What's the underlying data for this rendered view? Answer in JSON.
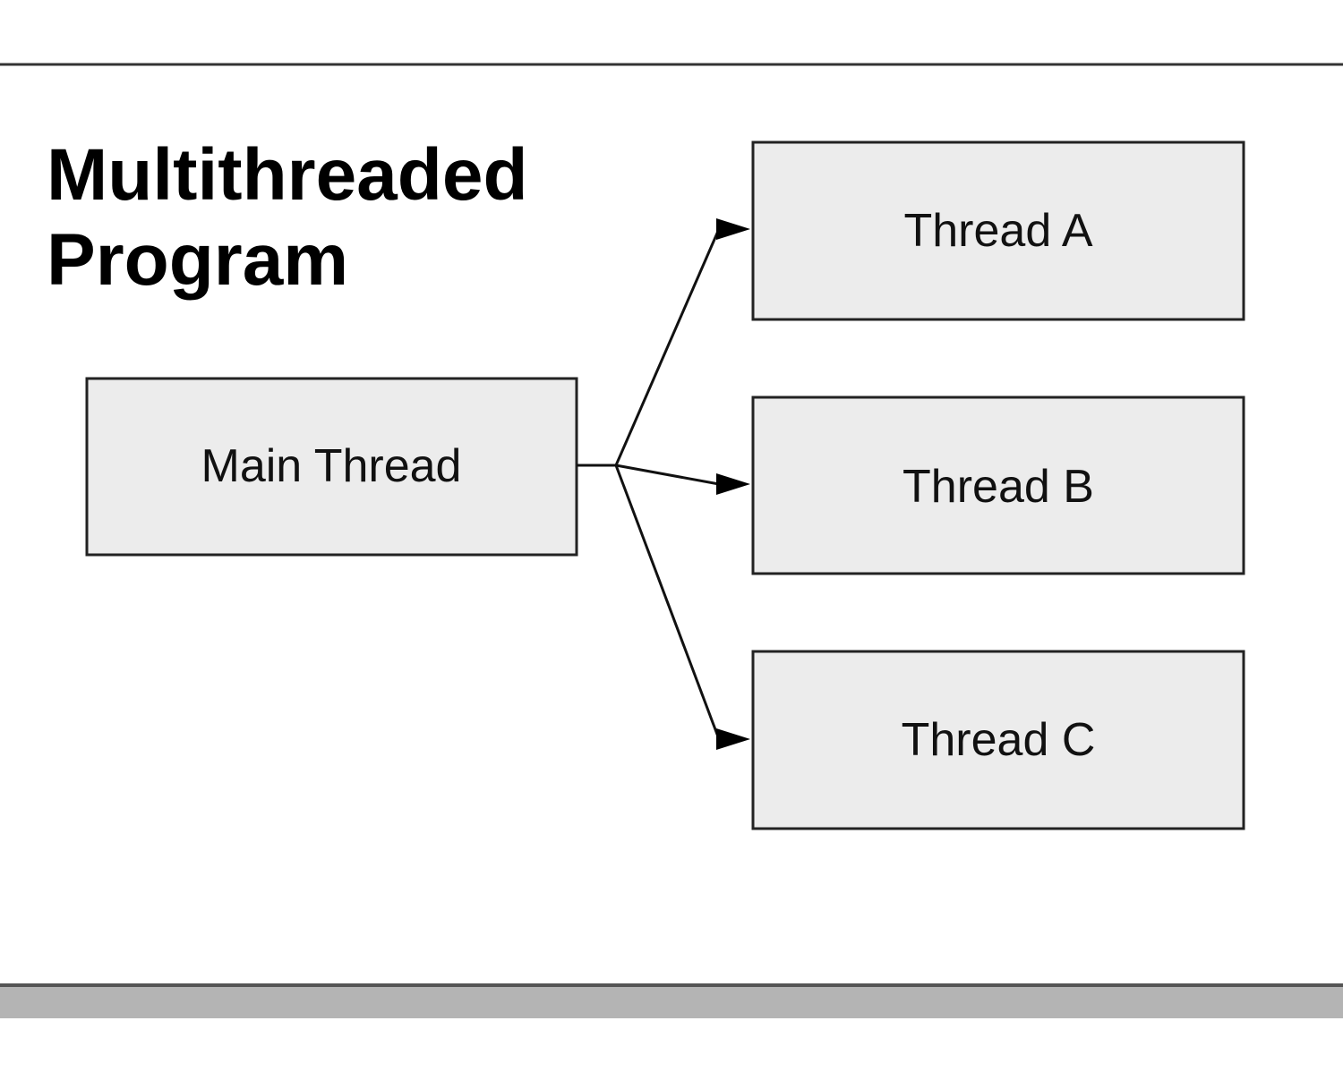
{
  "title": {
    "line1": "Multithreaded",
    "line2": "Program"
  },
  "nodes": {
    "main": "Main Thread",
    "a": "Thread A",
    "b": "Thread B",
    "c": "Thread C"
  },
  "colors": {
    "box_fill": "#ececec",
    "box_stroke": "#222222",
    "line": "#111111",
    "rule": "#333333",
    "bottom_bar": "#b4b4b4"
  }
}
